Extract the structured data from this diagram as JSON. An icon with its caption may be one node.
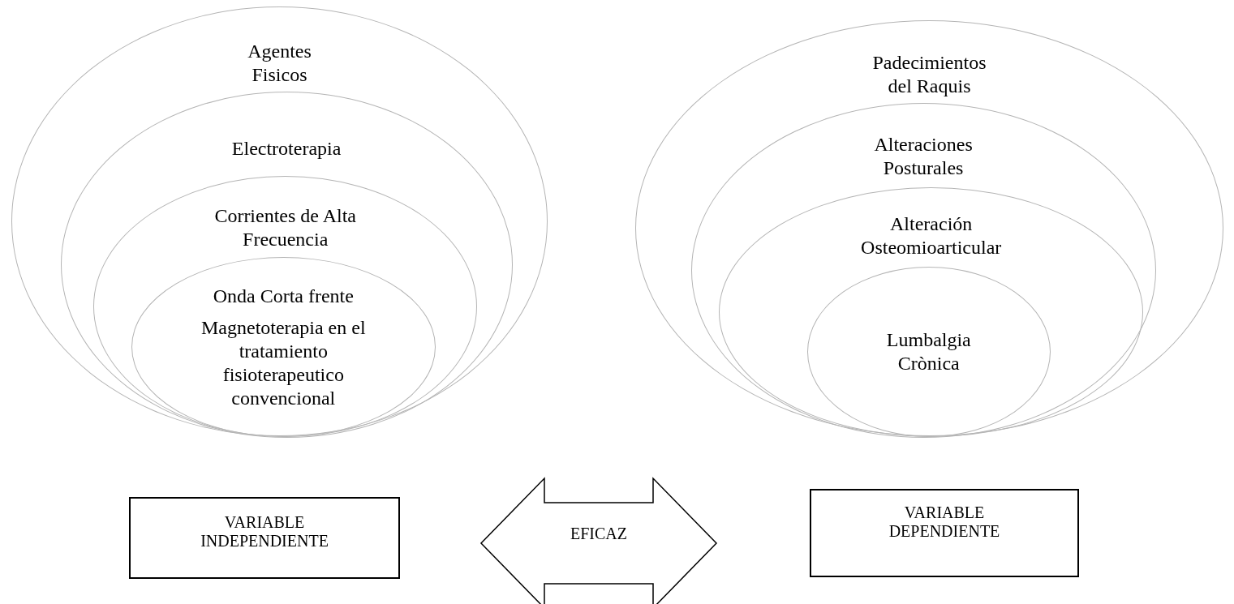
{
  "diagram": {
    "nodes": [
      {
        "text": [
          "Agentes Fisicos"
        ]
      },
      {
        "text": [
          "Electroterapia"
        ],
        "in": 0
      },
      {
        "text": [
          "Corrientes de Alta Frecuencia"
        ],
        "in": 1
      },
      {
        "text": [
          "Onda Corta frente",
          "Magnetoterapia en el tratamiento fisioterapeutico convencional"
        ],
        "in": 2
      },
      {
        "text": [
          "Padecimientos del Raquis"
        ]
      },
      {
        "text": [
          "Alteraciones Posturales"
        ],
        "in": 4
      },
      {
        "text": [
          "Alteración Osteomioarticular"
        ],
        "in": 5
      },
      {
        "text": [
          "Lumbalgia Crònica"
        ],
        "in": 6
      },
      {
        "text": [
          "VARIABLE INDEPENDIENTE"
        ]
      },
      {
        "text": [
          "VARIABLE DEPENDIENTE"
        ]
      }
    ],
    "edges": [
      {
        "from": 8,
        "to": 9,
        "arrow": "both",
        "label": "EFICAZ"
      }
    ]
  }
}
